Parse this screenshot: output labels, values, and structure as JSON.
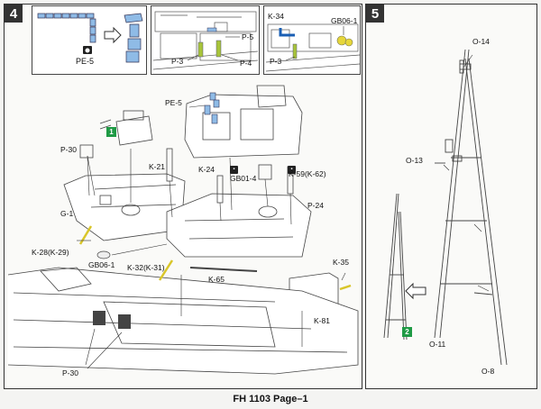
{
  "steps": {
    "step4": {
      "number": "4"
    },
    "step5": {
      "number": "5"
    }
  },
  "step4": {
    "inset1": {
      "part": "PE-5"
    },
    "inset2": {
      "parts": [
        "P-5",
        "P-3",
        "P-4"
      ]
    },
    "inset3": {
      "parts": [
        "K-34",
        "GB06-1",
        "P-3"
      ]
    },
    "main_labels": {
      "pe5": "PE-5",
      "p30_top": "P-30",
      "k21": "K-21",
      "k24": "K-24",
      "gb014": "GB01-4",
      "k59": "K-59(K-62)",
      "g1": "G-1",
      "p24": "P-24",
      "k28": "K-28(K-29)",
      "gb061": "GB06-1",
      "k32": "K-32(K-31)",
      "k35": "K-35",
      "k65": "K-65",
      "k81": "K-81",
      "p30_bottom": "P-30"
    },
    "green_badge": "1"
  },
  "step5": {
    "labels": {
      "o14": "O-14",
      "o13": "O-13",
      "o11": "O-11",
      "o8": "O-8"
    },
    "green_badge": "2"
  },
  "footer": {
    "text": "FH 1103  Page–1"
  },
  "colors": {
    "line": "#333333",
    "blue_part": "#7fb2e0",
    "green_part": "#a8c43a",
    "yellow_part": "#d9c62a",
    "badge_green": "#1f9a45"
  }
}
